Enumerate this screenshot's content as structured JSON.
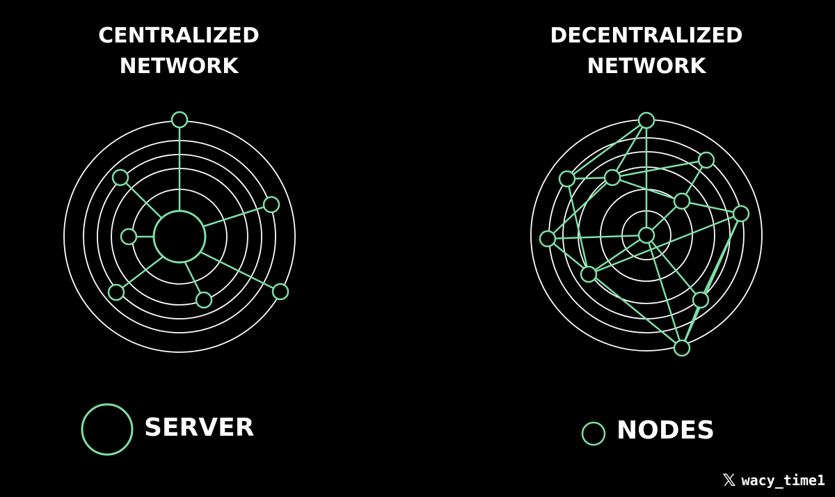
{
  "titles": {
    "left": [
      "CENTRALIZED",
      "NETWORK"
    ],
    "right": [
      "DECENTRALIZED",
      "NETWORK"
    ]
  },
  "legend": {
    "server_label": "SERVER",
    "nodes_label": "NODES"
  },
  "watermark": {
    "logo_icon": "x-logo-icon",
    "handle": "wacy_time1"
  },
  "colors": {
    "background": "#000000",
    "ring": "#ffffff",
    "accent": "#7ee0a8"
  }
}
